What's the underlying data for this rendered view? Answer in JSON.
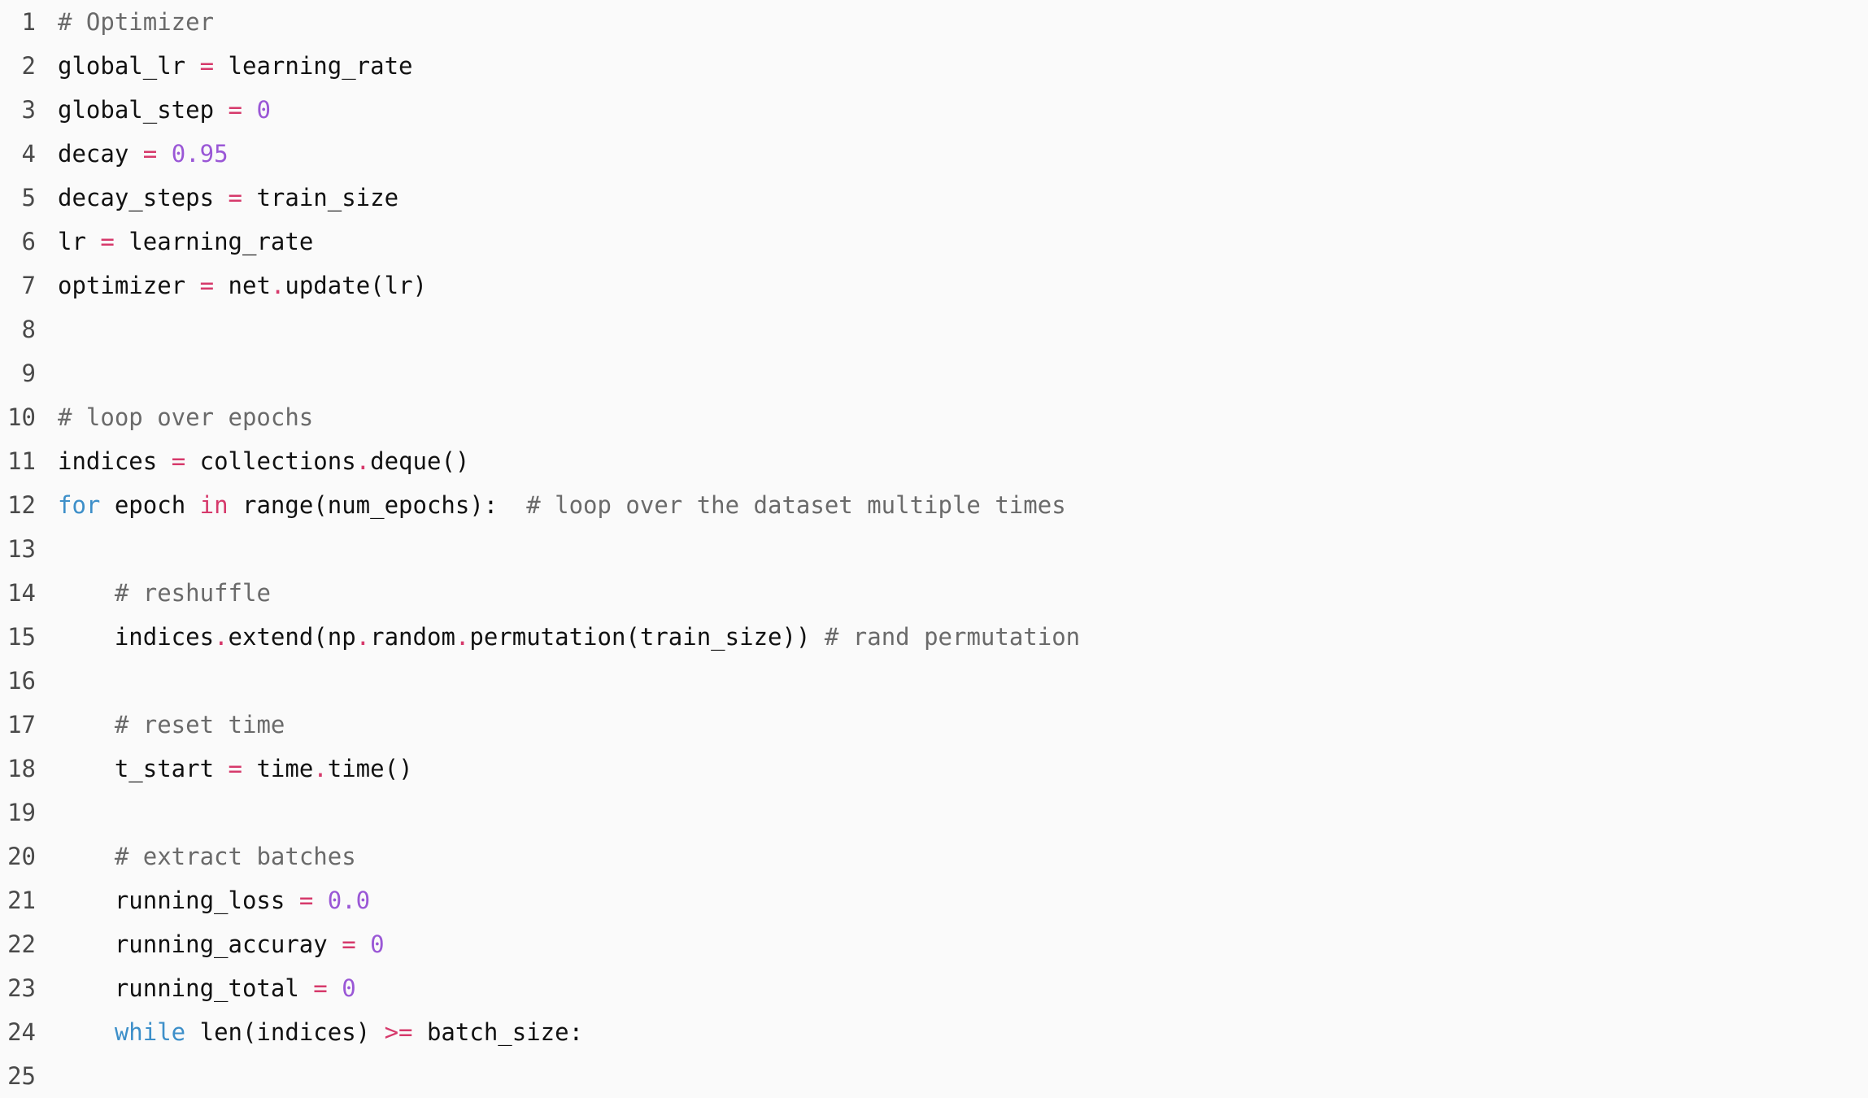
{
  "colors": {
    "background": "#fafafa",
    "text": "#111111",
    "line_number": "#4a4a4a",
    "comment": "#6a6a6a",
    "keyword": "#3d8fc9",
    "operator": "#d6396b",
    "number": "#9a57d6"
  },
  "code_view": {
    "lines": [
      {
        "number": "1",
        "tokens": [
          {
            "text": "# Optimizer",
            "type": "comment"
          }
        ]
      },
      {
        "number": "2",
        "tokens": [
          {
            "text": "global_lr ",
            "type": "text"
          },
          {
            "text": "=",
            "type": "op"
          },
          {
            "text": " learning_rate",
            "type": "text"
          }
        ]
      },
      {
        "number": "3",
        "tokens": [
          {
            "text": "global_step ",
            "type": "text"
          },
          {
            "text": "=",
            "type": "op"
          },
          {
            "text": " ",
            "type": "text"
          },
          {
            "text": "0",
            "type": "number"
          }
        ]
      },
      {
        "number": "4",
        "tokens": [
          {
            "text": "decay ",
            "type": "text"
          },
          {
            "text": "=",
            "type": "op"
          },
          {
            "text": " ",
            "type": "text"
          },
          {
            "text": "0.95",
            "type": "number"
          }
        ]
      },
      {
        "number": "5",
        "tokens": [
          {
            "text": "decay_steps ",
            "type": "text"
          },
          {
            "text": "=",
            "type": "op"
          },
          {
            "text": " train_size",
            "type": "text"
          }
        ]
      },
      {
        "number": "6",
        "tokens": [
          {
            "text": "lr ",
            "type": "text"
          },
          {
            "text": "=",
            "type": "op"
          },
          {
            "text": " learning_rate",
            "type": "text"
          }
        ]
      },
      {
        "number": "7",
        "tokens": [
          {
            "text": "optimizer ",
            "type": "text"
          },
          {
            "text": "=",
            "type": "op"
          },
          {
            "text": " net",
            "type": "text"
          },
          {
            "text": ".",
            "type": "op"
          },
          {
            "text": "update(lr)",
            "type": "text"
          }
        ]
      },
      {
        "number": "8",
        "tokens": []
      },
      {
        "number": "9",
        "tokens": []
      },
      {
        "number": "10",
        "tokens": [
          {
            "text": "# loop over epochs",
            "type": "comment"
          }
        ]
      },
      {
        "number": "11",
        "tokens": [
          {
            "text": "indices ",
            "type": "text"
          },
          {
            "text": "=",
            "type": "op"
          },
          {
            "text": " collections",
            "type": "text"
          },
          {
            "text": ".",
            "type": "op"
          },
          {
            "text": "deque()",
            "type": "text"
          }
        ]
      },
      {
        "number": "12",
        "tokens": [
          {
            "text": "for",
            "type": "keyword"
          },
          {
            "text": " epoch ",
            "type": "text"
          },
          {
            "text": "in",
            "type": "op"
          },
          {
            "text": " range(num_epochs):  ",
            "type": "text"
          },
          {
            "text": "# loop over the dataset multiple times",
            "type": "comment"
          }
        ]
      },
      {
        "number": "13",
        "tokens": []
      },
      {
        "number": "14",
        "tokens": [
          {
            "text": "    ",
            "type": "text"
          },
          {
            "text": "# reshuffle",
            "type": "comment"
          }
        ]
      },
      {
        "number": "15",
        "tokens": [
          {
            "text": "    indices",
            "type": "text"
          },
          {
            "text": ".",
            "type": "op"
          },
          {
            "text": "extend(np",
            "type": "text"
          },
          {
            "text": ".",
            "type": "op"
          },
          {
            "text": "random",
            "type": "text"
          },
          {
            "text": ".",
            "type": "op"
          },
          {
            "text": "permutation(train_size)) ",
            "type": "text"
          },
          {
            "text": "# rand permutation",
            "type": "comment"
          }
        ]
      },
      {
        "number": "16",
        "tokens": []
      },
      {
        "number": "17",
        "tokens": [
          {
            "text": "    ",
            "type": "text"
          },
          {
            "text": "# reset time",
            "type": "comment"
          }
        ]
      },
      {
        "number": "18",
        "tokens": [
          {
            "text": "    t_start ",
            "type": "text"
          },
          {
            "text": "=",
            "type": "op"
          },
          {
            "text": " time",
            "type": "text"
          },
          {
            "text": ".",
            "type": "op"
          },
          {
            "text": "time()",
            "type": "text"
          }
        ]
      },
      {
        "number": "19",
        "tokens": []
      },
      {
        "number": "20",
        "tokens": [
          {
            "text": "    ",
            "type": "text"
          },
          {
            "text": "# extract batches",
            "type": "comment"
          }
        ]
      },
      {
        "number": "21",
        "tokens": [
          {
            "text": "    running_loss ",
            "type": "text"
          },
          {
            "text": "=",
            "type": "op"
          },
          {
            "text": " ",
            "type": "text"
          },
          {
            "text": "0.0",
            "type": "number"
          }
        ]
      },
      {
        "number": "22",
        "tokens": [
          {
            "text": "    running_accuray ",
            "type": "text"
          },
          {
            "text": "=",
            "type": "op"
          },
          {
            "text": " ",
            "type": "text"
          },
          {
            "text": "0",
            "type": "number"
          }
        ]
      },
      {
        "number": "23",
        "tokens": [
          {
            "text": "    running_total ",
            "type": "text"
          },
          {
            "text": "=",
            "type": "op"
          },
          {
            "text": " ",
            "type": "text"
          },
          {
            "text": "0",
            "type": "number"
          }
        ]
      },
      {
        "number": "24",
        "tokens": [
          {
            "text": "    ",
            "type": "text"
          },
          {
            "text": "while",
            "type": "keyword"
          },
          {
            "text": " len(indices) ",
            "type": "text"
          },
          {
            "text": ">=",
            "type": "op"
          },
          {
            "text": " batch_size:",
            "type": "text"
          }
        ]
      },
      {
        "number": "25",
        "tokens": []
      }
    ]
  }
}
